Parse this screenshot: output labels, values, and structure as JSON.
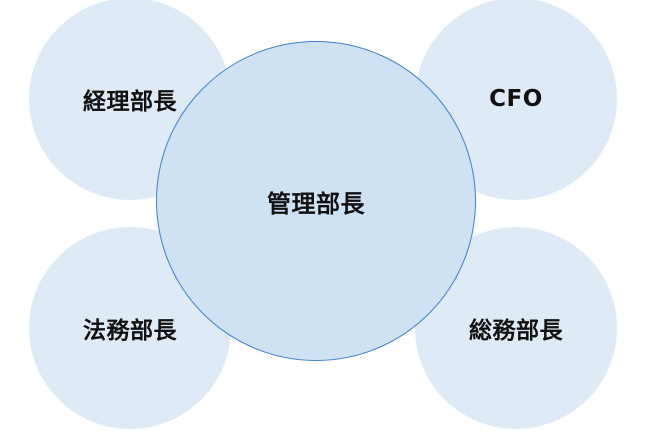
{
  "diagram": {
    "center": {
      "label": "管理部長",
      "fill": "#cfe2f3",
      "border": "#3f7fcf"
    },
    "outer_fill": "#deebf6",
    "nodes": [
      {
        "label": "経理部長"
      },
      {
        "label": "CFO"
      },
      {
        "label": "法務部長"
      },
      {
        "label": "総務部長"
      }
    ]
  }
}
